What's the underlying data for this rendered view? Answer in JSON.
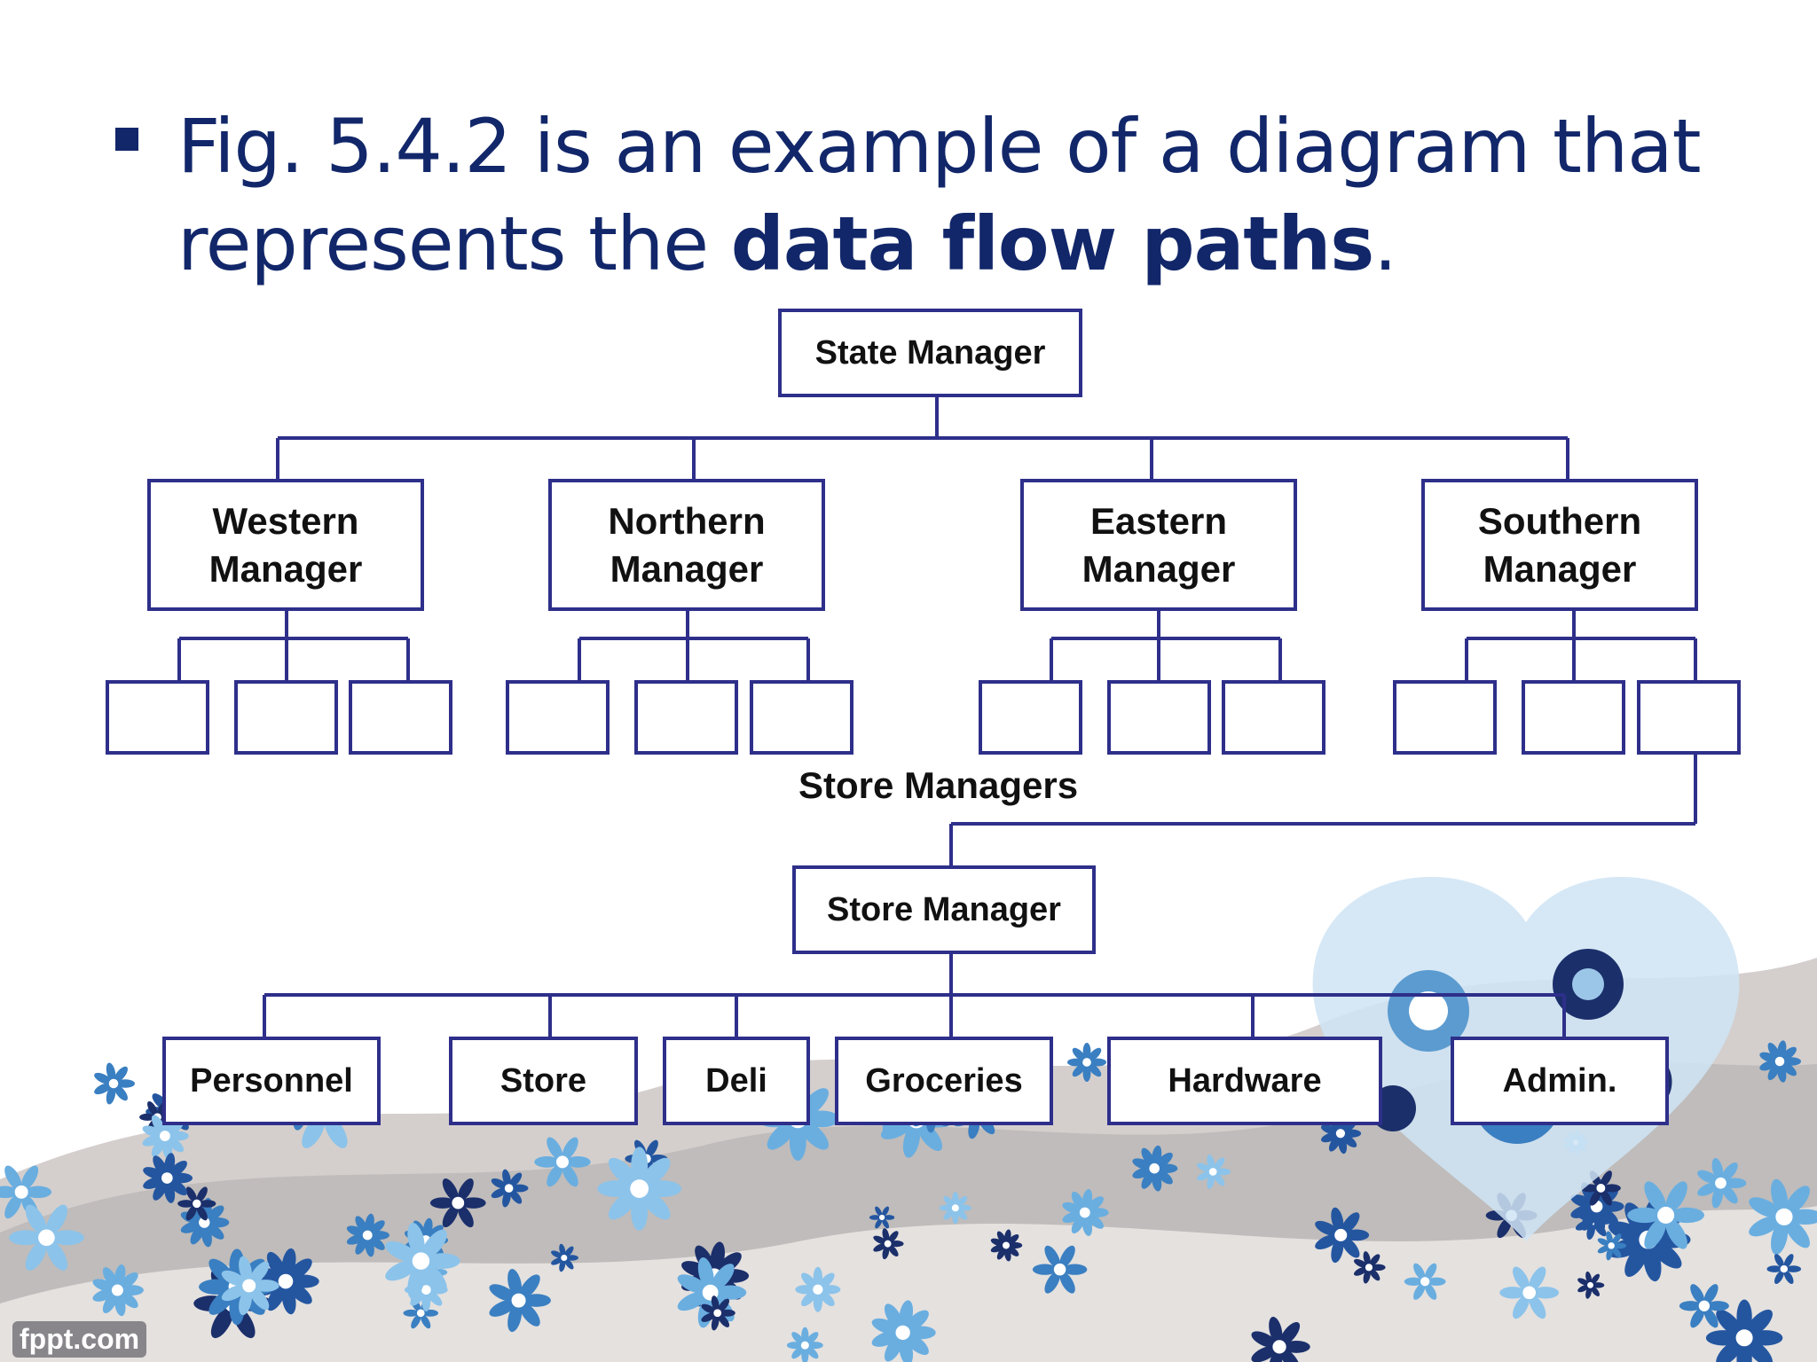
{
  "slide": {
    "bullet_text_plain": "Fig. 5.4.2 is an example of a diagram that represents the ",
    "bullet_text_bold": "data flow paths",
    "bullet_text_end": "."
  },
  "diagram": {
    "top": "State Manager",
    "regions": [
      {
        "line1": "Western",
        "line2": "Manager"
      },
      {
        "line1": "Northern",
        "line2": "Manager"
      },
      {
        "line1": "Eastern",
        "line2": "Manager"
      },
      {
        "line1": "Southern",
        "line2": "Manager"
      }
    ],
    "store_managers_label": "Store Managers",
    "store_manager": "Store Manager",
    "departments": [
      "Personnel",
      "Store",
      "Deli",
      "Groceries",
      "Hardware",
      "Admin."
    ]
  },
  "watermark": "fppt.com",
  "colors": {
    "title": "#12276a",
    "box_border": "#2e2f8a",
    "decor_blue": "#3a7fc1",
    "decor_dark": "#1b2f6b",
    "decor_gray": "#9a9a9a"
  }
}
